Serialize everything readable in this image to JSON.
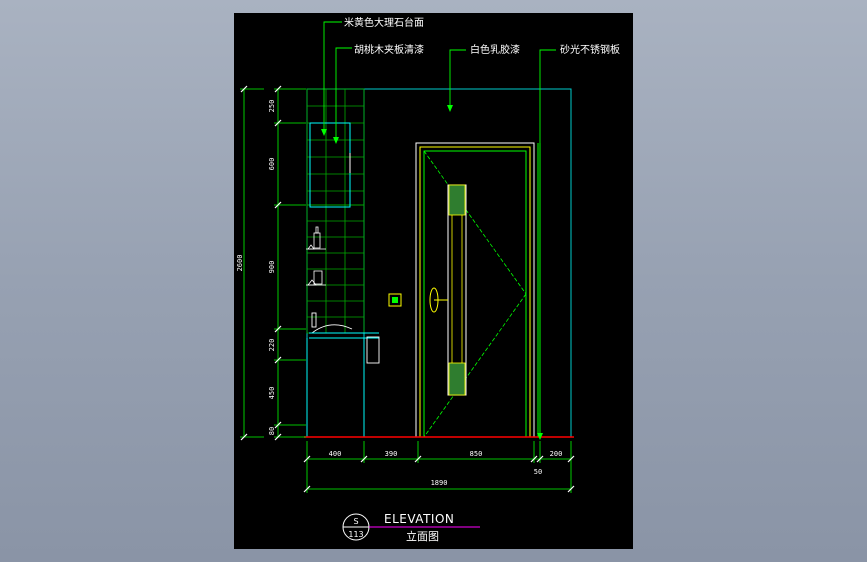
{
  "callouts": {
    "marble_top": "米黄色大理石台面",
    "walnut_veneer": "胡桃木夹板清漆",
    "white_latex": "白色乳胶漆",
    "stainless_plate": "砂光不锈钢板"
  },
  "dimensions": {
    "vertical_total": "2600",
    "vertical_segments": [
      "250",
      "600",
      "900",
      "220",
      "450",
      "80"
    ],
    "horizontal_segments": [
      "400",
      "390",
      "850",
      "50",
      "200"
    ],
    "horizontal_total": "1890"
  },
  "title_block": {
    "section_top": "S",
    "section_bottom": "113",
    "title_en": "ELEVATION",
    "title_cn": "立面图"
  },
  "colors": {
    "background_outer": "#9aa4b5",
    "sheet": "#000000",
    "leader_green": "#00ff00",
    "wall_cyan": "#00ffff",
    "floor_red": "#ff0000",
    "door_yellow": "#ffff00",
    "title_magenta": "#ff00ff",
    "text_white": "#ffffff"
  }
}
